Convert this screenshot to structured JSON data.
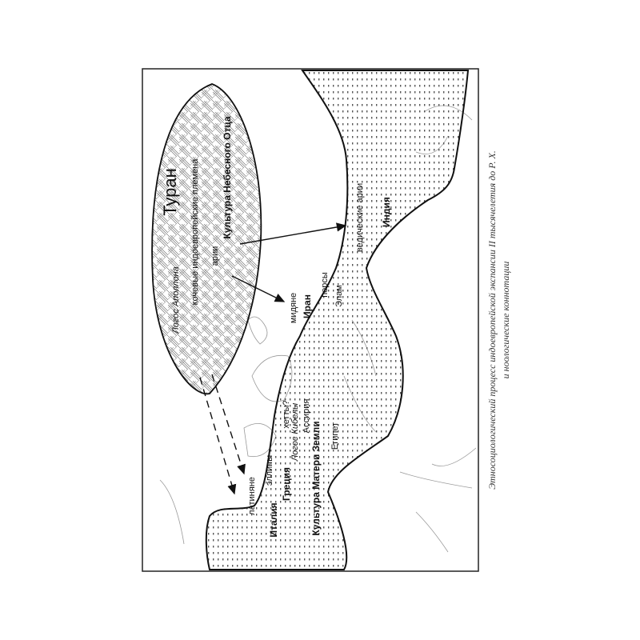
{
  "map": {
    "regions": {
      "turan": "Туран",
      "logos_apollo": "Логос Аполлона",
      "nomads": "кочевые индоевропейские племена",
      "aryans": "арии",
      "sky_father": "Культура Небесного Отца",
      "medes": "мидяне",
      "iran": "Иран",
      "persians": "персы",
      "elam": "Элам",
      "vedic_aryans": "ведические арии",
      "india": "Индия",
      "hittites": "хетты?",
      "logos_cybele": "Логос Кибелы",
      "assyria": "Ассирия",
      "mother_earth": "Культура Матери Земли",
      "egypt": "Египет",
      "hellenes": "эллины",
      "greece": "Греция",
      "latins": "латиняне",
      "italy": "Италия"
    }
  },
  "caption": {
    "line1": "Этносоциологический процесс индоевропейской экспансии II тысячелетия до Р. Х.",
    "line2": "и ноологические коннотации"
  }
}
